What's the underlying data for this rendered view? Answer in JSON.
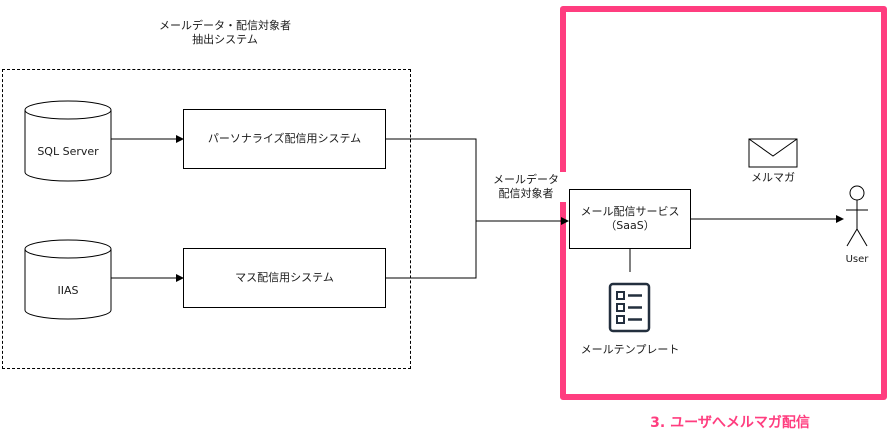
{
  "group_title_line1": "メールデータ・配信対象者",
  "group_title_line2": "抽出システム",
  "db_sql_server": "SQL Server",
  "db_iias": "IIAS",
  "box_personalize": "パーソナライズ配信用システム",
  "box_mass": "マス配信用システム",
  "edge_label_line1": "メールデータ",
  "edge_label_line2": "配信対象者",
  "service_line1": "メール配信サービス",
  "service_line2": "（SaaS）",
  "mail_icon_label": "メルマガ",
  "template_label": "メールテンプレート",
  "user_label": "User",
  "highlight_caption": "3. ユーザへメルマガ配信",
  "colors": {
    "highlight": "#ff3d7f",
    "stroke": "#000000"
  },
  "icons": [
    "database-icon",
    "envelope-icon",
    "checklist-icon",
    "actor-icon"
  ]
}
